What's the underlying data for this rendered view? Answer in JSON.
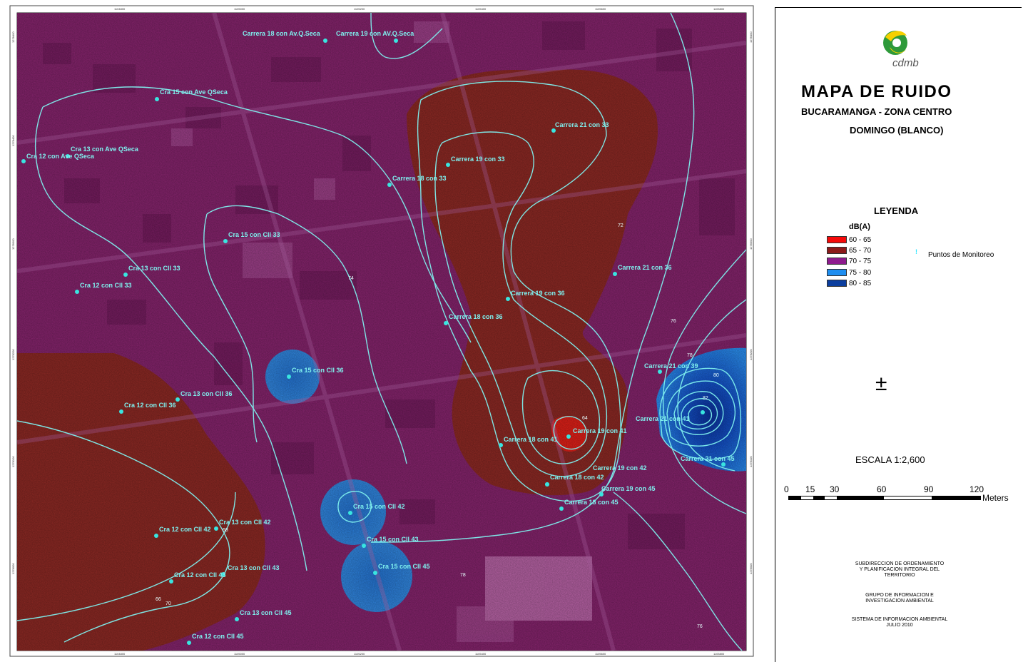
{
  "map": {
    "title": "MAPA  DE  RUIDO",
    "subtitle_line1": "BUCARAMANGA - ZONA CENTRO",
    "subtitle_line2": "DOMINGO (BLANCO)",
    "logo_text": "cdmb",
    "grid_x_labels": [
      "1104800",
      "1105000",
      "1105200",
      "1105400",
      "1105600",
      "1105800"
    ],
    "grid_y_labels": [
      "1278400",
      "1278300",
      "1278200",
      "1278100",
      "1278000",
      "1277900"
    ],
    "contour_labels": [
      "72",
      "74",
      "70",
      "76",
      "78",
      "66",
      "68",
      "64",
      "82",
      "80",
      "78",
      "76"
    ]
  },
  "legend": {
    "title": "LEYENDA",
    "unit": "dB(A)",
    "classes": [
      {
        "label": "60 - 65",
        "color": "#f50a0a"
      },
      {
        "label": "65 - 70",
        "color": "#8b1a1a"
      },
      {
        "label": "70 - 75",
        "color": "#8e1b8e"
      },
      {
        "label": "75 - 80",
        "color": "#1f8ef0"
      },
      {
        "label": "80 - 85",
        "color": "#0b3e9e"
      }
    ],
    "points_label": "Puntos de Monitoreo",
    "points_icon": "monitoring-point-icon"
  },
  "north_arrow_symbol": "±",
  "scale": {
    "text": "ESCALA   1:2,600",
    "bar_numbers": [
      "0",
      "15",
      "30",
      "60",
      "90",
      "120"
    ],
    "units": "Meters"
  },
  "credits": {
    "block1": "SUBDIRECCION  DE  ORDENAMIENTO\nY PLANIFICACION  INTEGRAL DEL\nTERRITORIO",
    "block2": "GRUPO DE INFORMACION E\nINVESTIGACION  AMBIENTAL",
    "block3": "SISTEMA DE INFORMACION AMBIENTAL\nJULIO 2010"
  },
  "points": [
    "Carrera 18 con Av.Q.Seca",
    "Carrera 19 con AV.Q.Seca",
    "Cra 15 con Ave QSeca",
    "Cra 13 con Ave QSeca",
    "Cra 12 con Ave QSeca",
    "Carrera 21 con 33",
    "Carrera 19 con 33",
    "Carrera 18 con 33",
    "Cra 15 con Cll 33",
    "Cra 13 con Cll 33",
    "Cra 12 con Cll 33",
    "Carrera 21 con 36",
    "Carrera 19 con 36",
    "Carrera 18 con 36",
    "Carrera 21 con 39",
    "Cra 15 con Cll 36",
    "Cra 13 con Cll 36",
    "Cra 12 con Cll 36",
    "Carrera 21 con 41",
    "Carrera 19 con 41",
    "Carrera 18 con 41",
    "Carrera 21 con 45",
    "Carrera 19 con 42",
    "Carrera 18 con 42",
    "Carrera 19 con 45",
    "Carrera 18 con 45",
    "Cra 15 con Cll 42",
    "Cra 13 con Cll 42",
    "Cra 12 con Cll 42",
    "Cra 15 con Cll 43",
    "Cra 15 con Cll 45",
    "Cra 13 con Cll 43",
    "Cra 12 con Cll 43",
    "Cra 13 con Cll 45",
    "Cra 12 con Cll 45"
  ]
}
